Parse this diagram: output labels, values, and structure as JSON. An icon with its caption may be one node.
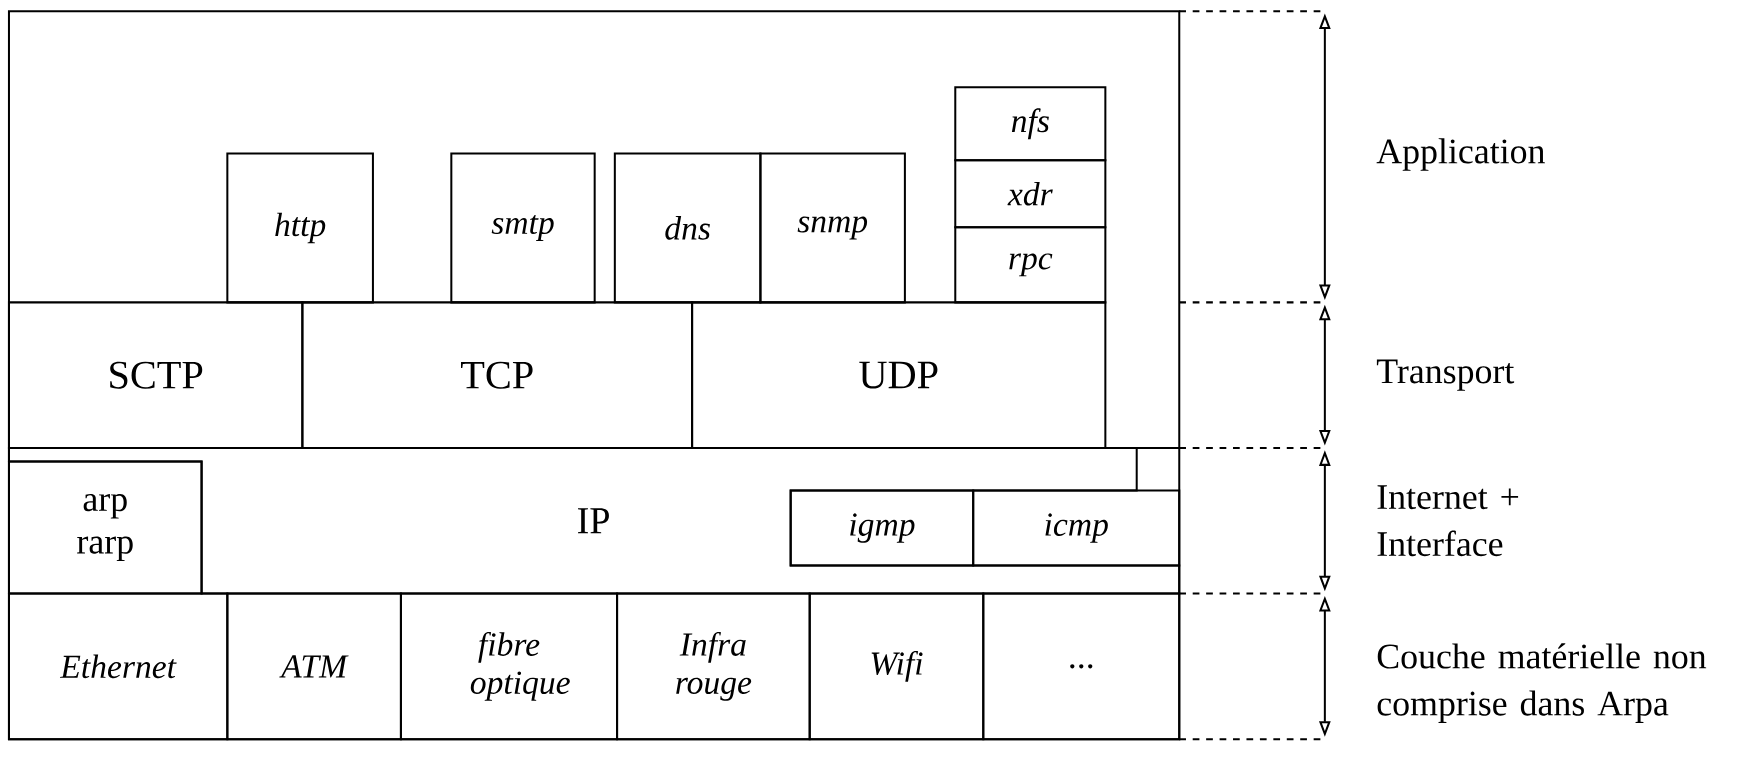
{
  "diagram": {
    "nodes": [
      {
        "text": [
          "http"
        ]
      },
      {
        "text": [
          "smtp"
        ]
      },
      {
        "text": [
          "dns"
        ]
      },
      {
        "text": [
          "snmp"
        ]
      },
      {
        "text": [
          "nfs"
        ]
      },
      {
        "text": [
          "xdr"
        ]
      },
      {
        "text": [
          "rpc"
        ]
      },
      {
        "text": [
          "SCTP"
        ]
      },
      {
        "text": [
          "TCP"
        ]
      },
      {
        "text": [
          "UDP"
        ]
      },
      {
        "text": [
          "arp rarp"
        ]
      },
      {
        "text": [
          "IP"
        ]
      },
      {
        "text": [
          "igmp"
        ]
      },
      {
        "text": [
          "icmp"
        ]
      },
      {
        "text": [
          "Ethernet"
        ]
      },
      {
        "text": [
          "ATM"
        ]
      },
      {
        "text": [
          "fibre optique"
        ]
      },
      {
        "text": [
          "Infra rouge"
        ]
      },
      {
        "text": [
          "Wifi"
        ]
      },
      {
        "text": [
          "..."
        ]
      }
    ],
    "labels": [
      "Application",
      "Transport",
      "Internet + Interface",
      "Couche matérielle non comprise dans Arpa"
    ]
  }
}
